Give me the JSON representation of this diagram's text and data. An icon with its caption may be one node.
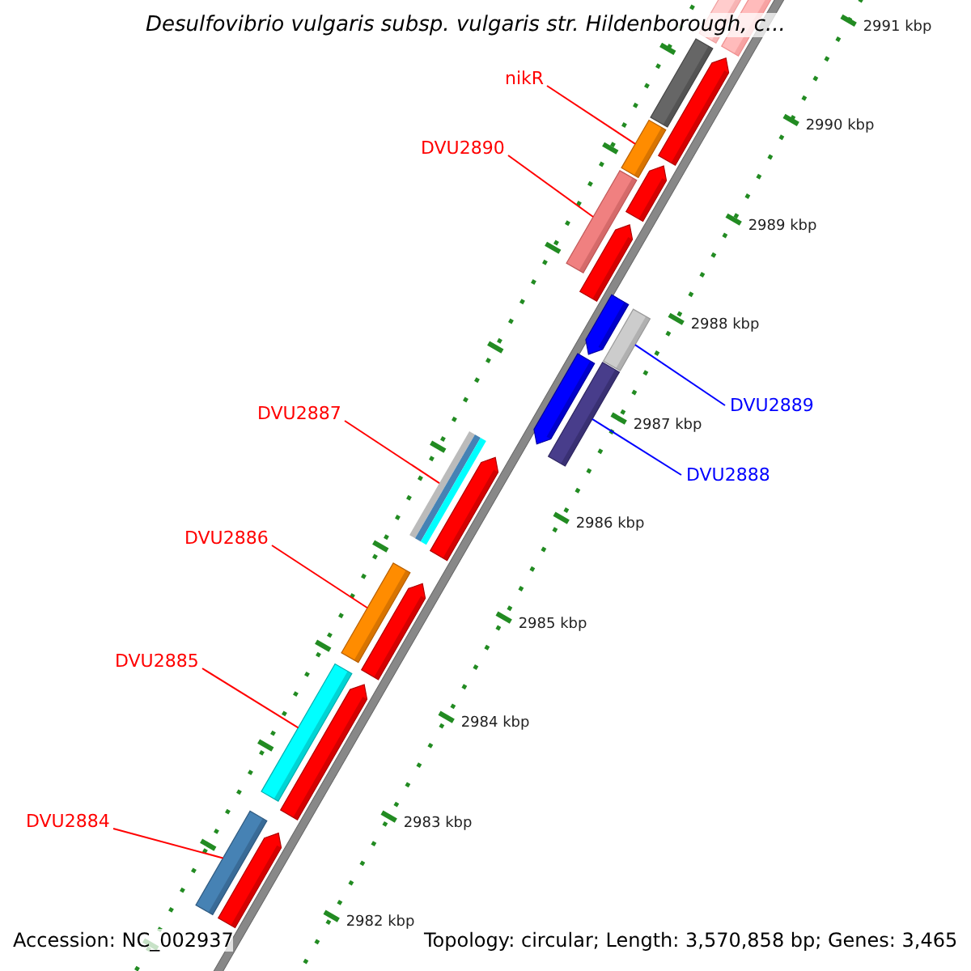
{
  "diagram": {
    "title": "Desulfovibrio vulgaris subsp. vulgaris str. Hildenborough, c...",
    "nodes": [
      {
        "text": [
          "nikR"
        ]
      },
      {
        "text": [
          "DVU2890"
        ]
      },
      {
        "text": [
          "DVU2889"
        ]
      },
      {
        "text": [
          "DVU2888"
        ]
      },
      {
        "text": [
          "DVU2887"
        ]
      },
      {
        "text": [
          "DVU2886"
        ]
      },
      {
        "text": [
          "DVU2885"
        ]
      },
      {
        "text": [
          "DVU2884"
        ]
      },
      {
        "text": [],
        "shape": "bar"
      },
      {
        "text": [],
        "shape": "bar"
      },
      {
        "text": [],
        "shape": "bar"
      },
      {
        "text": [],
        "shape": "bar"
      },
      {
        "text": [],
        "shape": "bar"
      },
      {
        "text": [],
        "shape": "bar"
      },
      {
        "text": [],
        "shape": "bar"
      },
      {
        "text": [],
        "shape": "bar"
      }
    ],
    "edges": [
      {
        "from": 0,
        "to": 8,
        "arrow": "none"
      },
      {
        "from": 1,
        "to": 9,
        "arrow": "none"
      },
      {
        "from": 2,
        "to": 10,
        "arrow": "none",
        "color": "#0000ff"
      },
      {
        "from": 3,
        "to": 11,
        "arrow": "none",
        "color": "#0000ff"
      },
      {
        "from": 4,
        "to": 12,
        "arrow": "none"
      },
      {
        "from": 5,
        "to": 13,
        "arrow": "none"
      },
      {
        "from": 6,
        "to": 14,
        "arrow": "none"
      },
      {
        "from": 7,
        "to": 15,
        "arrow": "none"
      }
    ],
    "labels": [
      "2991 kbp",
      "2990 kbp",
      "2989 kbp",
      "2988 kbp",
      "2987 kbp",
      "2986 kbp",
      "2985 kbp",
      "2984 kbp",
      "2983 kbp",
      "2982 kbp",
      "Accession: NC_002937",
      "Topology: circular; Length: 3,570,858 bp; Genes: 3,465"
    ]
  }
}
